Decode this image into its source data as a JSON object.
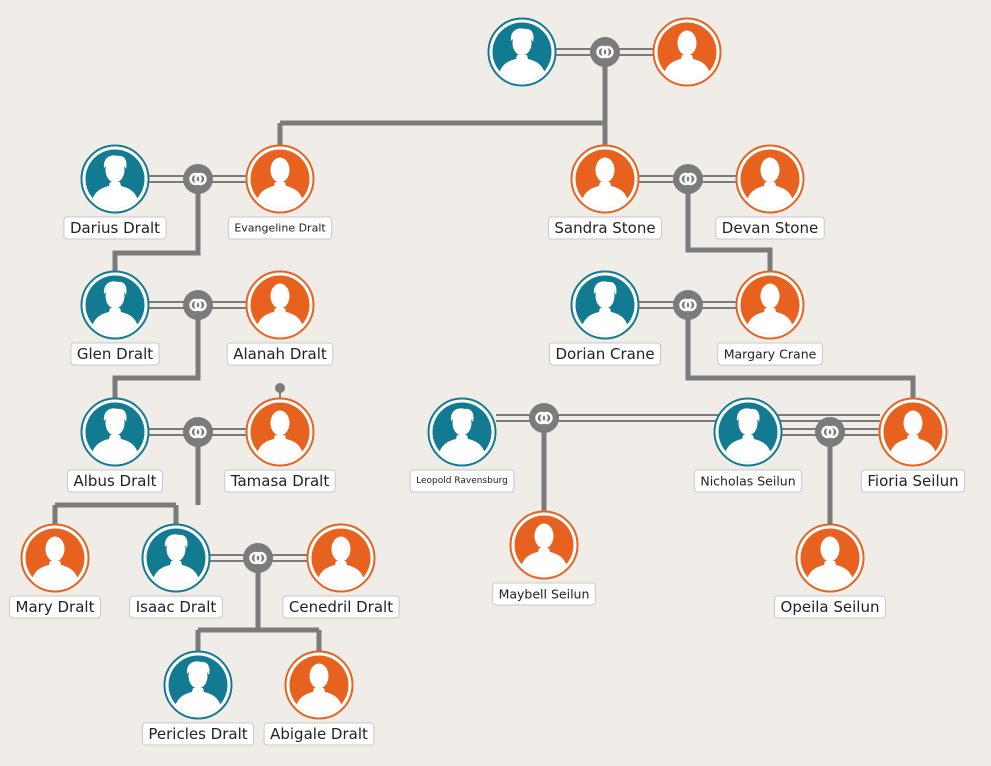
{
  "colors": {
    "background": "#f0ece8",
    "male": "#137b91",
    "female": "#e8621f",
    "line": "#7b7b7b",
    "label_border": "#c8c8c8",
    "label_fill": "#ffffff"
  },
  "people": [
    {
      "id": "root-male",
      "name": "",
      "gender": "male"
    },
    {
      "id": "root-female",
      "name": "",
      "gender": "female"
    },
    {
      "id": "darius",
      "name": "Darius Dralt",
      "gender": "male"
    },
    {
      "id": "evangeline",
      "name": "Evangeline  Dralt",
      "gender": "female"
    },
    {
      "id": "sandra",
      "name": "Sandra Stone",
      "gender": "female"
    },
    {
      "id": "devan",
      "name": "Devan Stone",
      "gender": "female"
    },
    {
      "id": "glen",
      "name": "Glen Dralt",
      "gender": "male"
    },
    {
      "id": "alanah",
      "name": "Alanah Dralt",
      "gender": "female"
    },
    {
      "id": "dorian",
      "name": "Dorian Crane",
      "gender": "male"
    },
    {
      "id": "margary",
      "name": "Margary Crane",
      "gender": "female"
    },
    {
      "id": "albus",
      "name": "Albus Dralt",
      "gender": "male"
    },
    {
      "id": "tamasa",
      "name": "Tamasa Dralt",
      "gender": "female"
    },
    {
      "id": "leopold",
      "name": "Leopold Ravensburg",
      "gender": "male"
    },
    {
      "id": "nicholas",
      "name": "Nicholas Seilun",
      "gender": "male"
    },
    {
      "id": "fioria",
      "name": "Fioria Seilun",
      "gender": "female"
    },
    {
      "id": "mary",
      "name": "Mary Dralt",
      "gender": "female"
    },
    {
      "id": "isaac",
      "name": "Isaac Dralt",
      "gender": "male"
    },
    {
      "id": "cenedril",
      "name": "Cenedril Dralt",
      "gender": "female"
    },
    {
      "id": "maybell",
      "name": "Maybell Seilun",
      "gender": "female"
    },
    {
      "id": "opeila",
      "name": "Opeila Seilun",
      "gender": "female"
    },
    {
      "id": "pericles",
      "name": "Pericles Dralt",
      "gender": "male"
    },
    {
      "id": "abigale",
      "name": "Abigale Dralt",
      "gender": "female"
    }
  ],
  "couples": [
    {
      "id": "c-root",
      "partners": [
        "root-male",
        "root-female"
      ]
    },
    {
      "id": "c-darius",
      "partners": [
        "darius",
        "evangeline"
      ]
    },
    {
      "id": "c-sandra",
      "partners": [
        "sandra",
        "devan"
      ]
    },
    {
      "id": "c-glen",
      "partners": [
        "glen",
        "alanah"
      ]
    },
    {
      "id": "c-dorian",
      "partners": [
        "dorian",
        "margary"
      ]
    },
    {
      "id": "c-albus",
      "partners": [
        "albus",
        "tamasa"
      ]
    },
    {
      "id": "c-leopold",
      "partners": [
        "leopold",
        "fioria"
      ]
    },
    {
      "id": "c-nicholas",
      "partners": [
        "nicholas",
        "fioria"
      ]
    },
    {
      "id": "c-isaac",
      "partners": [
        "isaac",
        "cenedril"
      ]
    }
  ],
  "parentage": [
    {
      "couple": "c-root",
      "children": [
        "evangeline",
        "sandra"
      ]
    },
    {
      "couple": "c-darius",
      "children": [
        "glen"
      ]
    },
    {
      "couple": "c-sandra",
      "children": [
        "margary"
      ]
    },
    {
      "couple": "c-glen",
      "children": [
        "albus"
      ]
    },
    {
      "couple": "c-dorian",
      "children": [
        "fioria"
      ]
    },
    {
      "couple": "c-albus",
      "children": [
        "mary",
        "isaac"
      ]
    },
    {
      "couple": "c-leopold",
      "children": [
        "maybell"
      ]
    },
    {
      "couple": "c-nicholas",
      "children": [
        "opeila"
      ]
    },
    {
      "couple": "c-isaac",
      "children": [
        "pericles",
        "abigale"
      ]
    }
  ]
}
